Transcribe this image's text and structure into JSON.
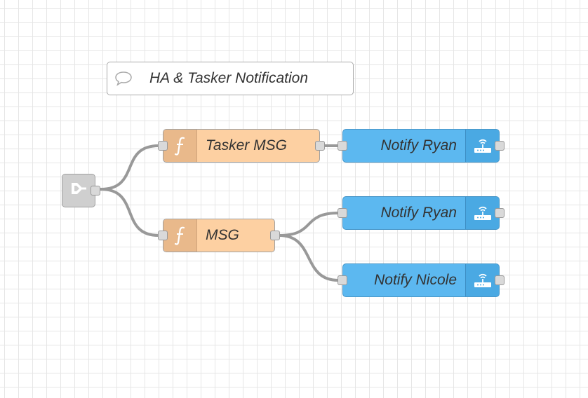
{
  "flow": {
    "comment": {
      "label": "HA & Tasker Notification",
      "icon": "speech-bubble-icon"
    },
    "inject": {
      "icon": "inject-arrow-icon"
    },
    "functions": [
      {
        "label": "Tasker MSG",
        "icon": "function-icon"
      },
      {
        "label": "MSG",
        "icon": "function-icon"
      }
    ],
    "notify_nodes": [
      {
        "label": "Notify Ryan",
        "icon": "router-wifi-icon"
      },
      {
        "label": "Notify Ryan",
        "icon": "router-wifi-icon"
      },
      {
        "label": "Notify Nicole",
        "icon": "router-wifi-icon"
      }
    ]
  },
  "colors": {
    "workspace_bg": "#ffffff",
    "grid": "#e6e6e6",
    "wire": "#999999",
    "function_node": "#fdd0a2",
    "notify_node": "#5cb8f0",
    "inject_node": "#cfcfcf"
  }
}
